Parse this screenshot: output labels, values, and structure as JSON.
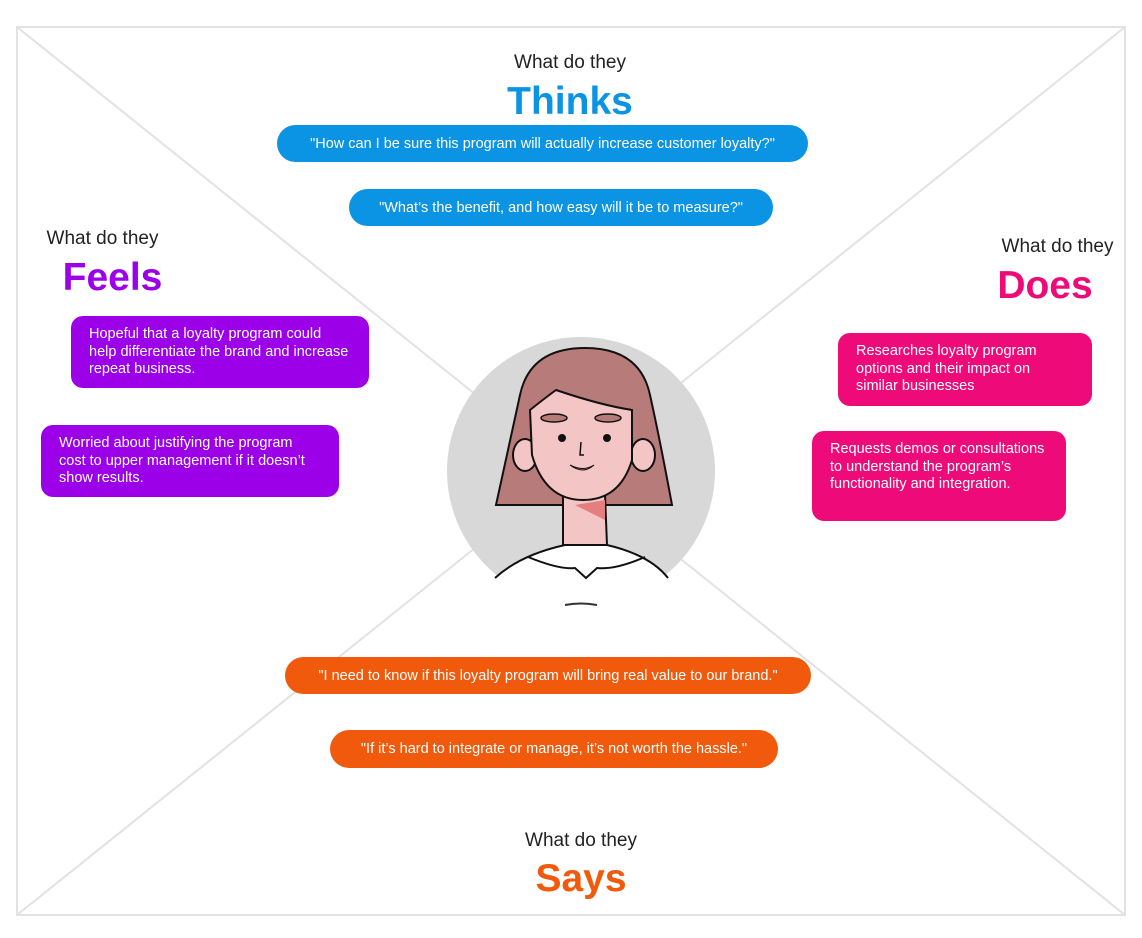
{
  "colors": {
    "thinks": "#0b93e4",
    "feels": "#9b00e8",
    "does": "#ee0a78",
    "says": "#f15a0c"
  },
  "thinks": {
    "prefix": "What do they",
    "title": "Thinks",
    "items": [
      "\"How can I be sure this program will actually increase customer loyalty?\"",
      "\"What’s the benefit, and how easy will it be to measure?\""
    ]
  },
  "feels": {
    "prefix": "What do they",
    "title": "Feels",
    "items": [
      "Hopeful that a loyalty program could help differentiate the brand and increase repeat business.",
      "Worried about justifying the program cost to upper management if it doesn’t show results."
    ]
  },
  "does": {
    "prefix": "What do they",
    "title": "Does",
    "items": [
      "Researches loyalty program options and their impact on similar businesses",
      "Requests demos or consultations to understand the program’s functionality and integration."
    ]
  },
  "says": {
    "prefix": "What do they",
    "title": "Says",
    "items": [
      "\"I need to know if this loyalty program will bring real value to our brand.\"",
      "\"If it’s hard to integrate or manage, it’s not worth the hassle.\""
    ]
  }
}
